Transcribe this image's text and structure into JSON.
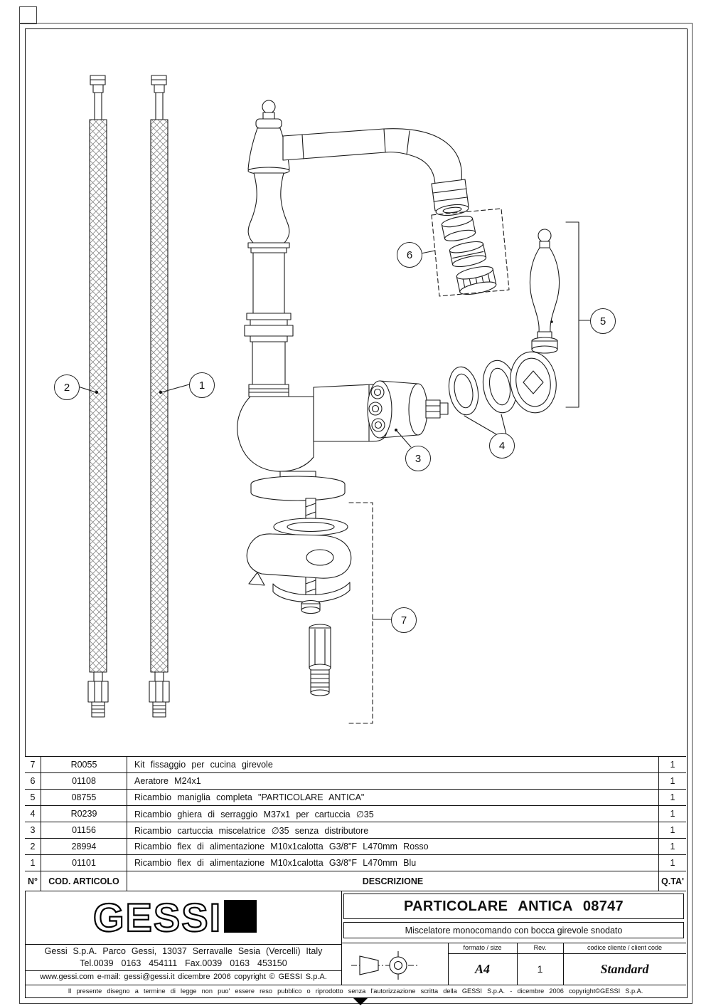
{
  "sheet": {
    "callouts": [
      "1",
      "2",
      "3",
      "4",
      "5",
      "6",
      "7"
    ]
  },
  "parts_table": {
    "header": {
      "n": "N°",
      "cod": "COD. ARTICOLO",
      "desc": "DESCRIZIONE",
      "qty": "Q.TA'"
    },
    "rows": [
      {
        "n": "7",
        "cod": "R0055",
        "desc": "Kit fissaggio per cucina girevole",
        "qty": "1"
      },
      {
        "n": "6",
        "cod": "01108",
        "desc": "Aeratore M24x1",
        "qty": "1"
      },
      {
        "n": "5",
        "cod": "08755",
        "desc": "Ricambio maniglia completa \"PARTICOLARE ANTICA\"",
        "qty": "1"
      },
      {
        "n": "4",
        "cod": "R0239",
        "desc": "Ricambio ghiera di serraggio M37x1 per cartuccia ∅35",
        "qty": "1"
      },
      {
        "n": "3",
        "cod": "01156",
        "desc": "Ricambio cartuccia miscelatrice ∅35 senza distributore",
        "qty": "1"
      },
      {
        "n": "2",
        "cod": "28994",
        "desc": "Ricambio flex di alimentazione M10x1calotta G3/8\"F L470mm Rosso",
        "qty": "1"
      },
      {
        "n": "1",
        "cod": "01101",
        "desc": "Ricambio flex di alimentazione M10x1calotta G3/8\"F L470mm Blu",
        "qty": "1"
      }
    ]
  },
  "title_block": {
    "logo_text": "GESSI",
    "company_line": "Gessi S.p.A. Parco Gessi, 13037 Serravalle Sesia (Vercelli) Italy",
    "phone_line": "Tel.0039 0163 454111 Fax.0039 0163 453150",
    "web_line": "www.gessi.com e-mail: gessi@gessi.it dicembre 2006 copyright © GESSI S.p.A.",
    "drawing_title": "PARTICOLARE ANTICA 08747",
    "drawing_subtitle": "Miscelatore monocomando con bocca girevole snodato",
    "formato_label": "formato / size",
    "formato_value": "A4",
    "rev_label": "Rev.",
    "rev_value": "1",
    "client_code_label": "codice cliente / client code",
    "client_code_value": "Standard"
  },
  "footer": {
    "disclaimer": "Il presente disegno a termine di legge non puo' essere reso pubblico o riprodotto senza l'autorizzazione scritta della GESSI S.p.A. - dicembre 2006 copyright©GESSI S.p.A."
  }
}
